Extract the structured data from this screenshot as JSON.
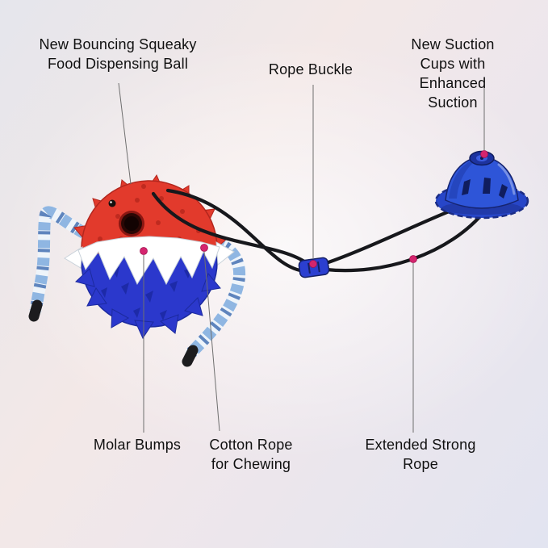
{
  "product": {
    "callouts": {
      "ball": {
        "label": "New Bouncing Squeaky\nFood Dispensing Ball"
      },
      "buckle": {
        "label": "Rope Buckle"
      },
      "suction": {
        "label": "New Suction Cups with\nEnhanced Suction"
      },
      "molar": {
        "label": "Molar Bumps"
      },
      "cotton": {
        "label": "Cotton Rope\nfor Chewing"
      },
      "rope": {
        "label": "Extended Strong Rope"
      }
    },
    "colors": {
      "ball_red": "#e23a2c",
      "ball_blue": "#2b38cc",
      "spike_white": "#ffffff",
      "suction_blue": "#2e55d8",
      "rope_blue": "#8fb6e2",
      "cord_black": "#17181c",
      "marker_pink": "#d4256e",
      "leader_line": "#6f6f6f",
      "text": "#101010"
    }
  }
}
